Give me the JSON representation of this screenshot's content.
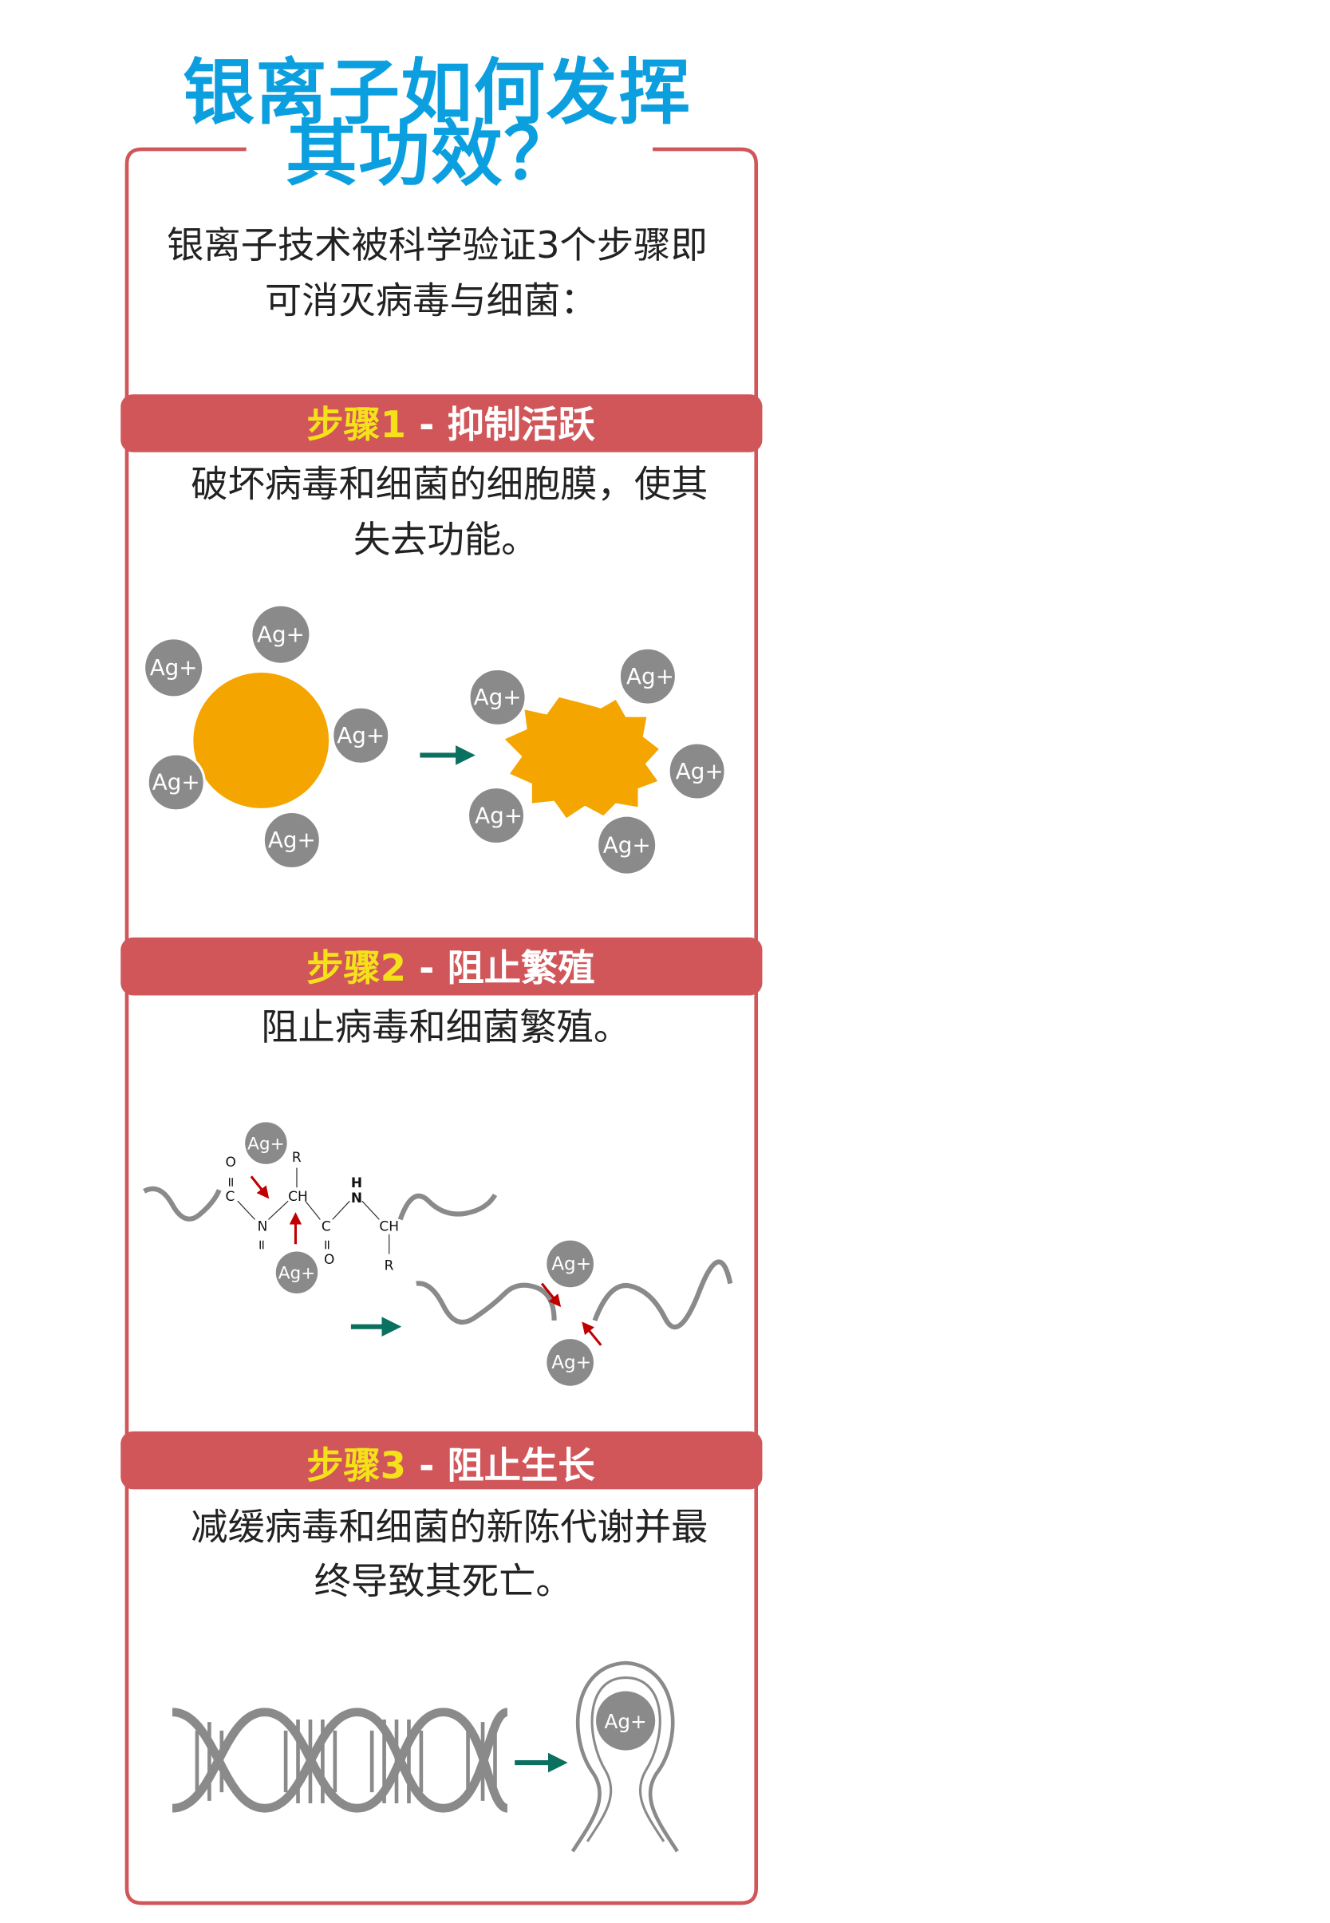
{
  "title": {
    "line1": "银离子如何发挥",
    "line2": "其功效？"
  },
  "intro": {
    "line1": "银离子技术被科学验证3个步骤即",
    "line2": "可消灭病毒与细菌："
  },
  "steps": [
    {
      "label": "步骤1",
      "sep": " - ",
      "name": "抑制活跃",
      "desc1": "破坏病毒和细菌的细胞膜，使其",
      "desc2": "失去功能。"
    },
    {
      "label": "步骤2",
      "sep": " - ",
      "name": "阻止繁殖",
      "desc1": "阻止病毒和细菌繁殖。",
      "desc2": ""
    },
    {
      "label": "步骤3",
      "sep": " - ",
      "name": "阻止生长",
      "desc1": "减缓病毒和细菌的新陈代谢并最",
      "desc2": "终导致其死亡。"
    }
  ],
  "ion": "Ag+",
  "chem": {
    "o": "O",
    "c": "C",
    "n": "N",
    "ch": "CH",
    "r": "R",
    "h": "H",
    "dbl": "="
  },
  "colors": {
    "accent": "#d0565a",
    "title": "#0b9fe0",
    "yellow": "#f5e11a",
    "orange": "#f5a500",
    "ion": "#8a8a8a",
    "teal": "#0a7060",
    "red": "#c00000"
  }
}
